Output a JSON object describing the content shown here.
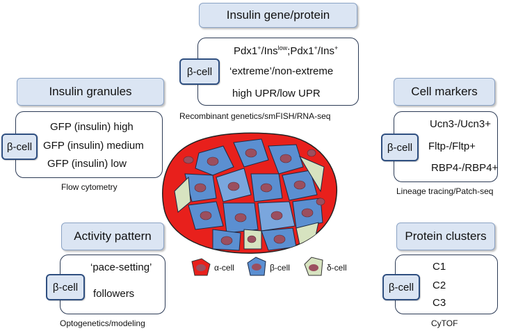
{
  "panels": {
    "insulin_gene": {
      "title": "Insulin gene/protein",
      "cell": "β-cell",
      "item1_a": "Pdx1",
      "item1_b": "+",
      "item1_c": "/Ins",
      "item1_d": "low",
      "item1_e": ";Pdx1",
      "item1_f": "+",
      "item1_g": "/Ins",
      "item1_h": "+",
      "item2": "‘extreme’/non-extreme",
      "item3": "high UPR/low UPR",
      "caption": "Recombinant genetics/smFISH/RNA-seq"
    },
    "insulin_granules": {
      "title": "Insulin granules",
      "cell": "β-cell",
      "items": [
        "GFP (insulin) high",
        "GFP (insulin) medium",
        "GFP (insulin) low"
      ],
      "caption": "Flow cytometry"
    },
    "cell_markers": {
      "title": "Cell markers",
      "cell": "β-cell",
      "items": [
        "Ucn3-/Ucn3+",
        "Fltp-/Fltp+",
        "RBP4-/RBP4+"
      ],
      "caption": "Lineage tracing/Patch-seq"
    },
    "activity_pattern": {
      "title": "Activity pattern",
      "cell": "β-cell",
      "items": [
        "‘pace-setting’",
        "followers"
      ],
      "caption": "Optogenetics/modeling"
    },
    "protein_clusters": {
      "title": "Protein clusters",
      "cell": "β-cell",
      "items": [
        "C1",
        "C2",
        "C3"
      ],
      "caption": "CyTOF"
    }
  },
  "legend": [
    "α-cell",
    "β-cell",
    "δ-cell"
  ],
  "colors": {
    "alpha": "#e8201c",
    "beta": "#5b8fd1",
    "delta": "#d7e3c0",
    "nucleus": "#9b4f5f"
  }
}
